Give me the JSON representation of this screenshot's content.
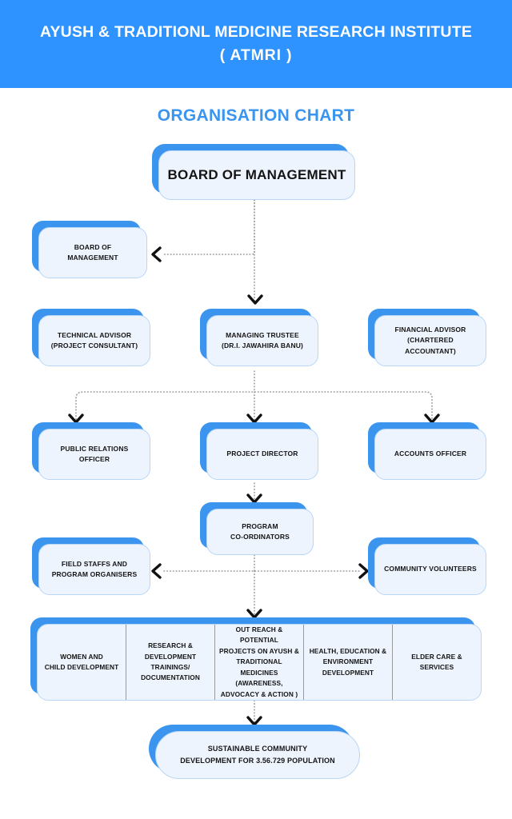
{
  "header": {
    "line1": "AYUSH & TRADITIONL MEDICINE RESEARCH INSTITUTE",
    "line2": "( ATMRI )",
    "background_color": "#2E93FF",
    "text_color": "#FFFFFF"
  },
  "title": {
    "text": "ORGANISATION CHART",
    "color": "#3B95EF"
  },
  "theme": {
    "accent_blue": "#3B95EF",
    "box_fill": "#EEF4FD",
    "box_border": "#B9D6F5",
    "text_color": "#141414",
    "connector_color": "#9A9A9A",
    "arrowhead_color": "#111111"
  },
  "nodes": {
    "board_of_management_top": {
      "line1": "BOARD OF MANAGEMENT"
    },
    "board_of_management_left": {
      "line1": "BOARD OF",
      "line2": "MANAGEMENT"
    },
    "technical_advisor": {
      "line1": "TECHNICAL ADVISOR",
      "line2": "(PROJECT CONSULTANT)"
    },
    "managing_trustee": {
      "line1": "MANAGING TRUSTEE",
      "line2": "(DR.I. JAWAHIRA BANU)"
    },
    "financial_advisor": {
      "line1": "FINANCIAL ADVISOR",
      "line2": "(CHARTERED ACCOUNTANT)"
    },
    "public_relations_officer": {
      "line1": "PUBLIC RELATIONS",
      "line2": "OFFICER"
    },
    "project_director": {
      "line1": "PROJECT DIRECTOR"
    },
    "accounts_officer": {
      "line1": "ACCOUNTS OFFICER"
    },
    "program_coordinators": {
      "line1": "PROGRAM",
      "line2": "CO-ORDINATORS"
    },
    "field_staffs": {
      "line1": "FIELD STAFFS AND",
      "line2": "PROGRAM ORGANISERS"
    },
    "community_volunteers": {
      "line1": "COMMUNITY VOLUNTEERS"
    },
    "sustainable_outcome": {
      "line1": "SUSTAINABLE COMMUNITY",
      "line2": "DEVELOPMENT FOR 3.56.729 POPULATION"
    }
  },
  "program_band": {
    "cells": [
      {
        "lines": [
          "WOMEN AND",
          "CHILD DEVELOPMENT"
        ]
      },
      {
        "lines": [
          "RESEARCH &",
          "DEVELOPMENT",
          "TRAININGS/",
          "DOCUMENTATION"
        ]
      },
      {
        "lines": [
          "OUT REACH & POTENTIAL",
          "PROJECTS ON AYUSH &",
          "TRADITIONAL MEDICINES",
          "(AWARENESS,",
          "ADVOCACY & ACTION )"
        ]
      },
      {
        "lines": [
          "HEALTH, EDUCATION &",
          "ENVIRONMENT",
          "DEVELOPMENT"
        ]
      },
      {
        "lines": [
          "ELDER CARE &",
          "SERVICES"
        ]
      }
    ]
  },
  "chart_data": {
    "type": "diagram",
    "title": "ORGANISATION CHART",
    "levels": [
      {
        "level": 1,
        "nodes": [
          "BOARD OF MANAGEMENT"
        ]
      },
      {
        "level": 2,
        "nodes": [
          "BOARD OF MANAGEMENT"
        ]
      },
      {
        "level": 3,
        "nodes": [
          "TECHNICAL ADVISOR (PROJECT CONSULTANT)",
          "MANAGING TRUSTEE (DR.I. JAWAHIRA BANU)",
          "FINANCIAL ADVISOR (CHARTERED ACCOUNTANT)"
        ]
      },
      {
        "level": 4,
        "nodes": [
          "PUBLIC RELATIONS OFFICER",
          "PROJECT DIRECTOR",
          "ACCOUNTS OFFICER"
        ]
      },
      {
        "level": 5,
        "nodes": [
          "PROGRAM CO-ORDINATORS"
        ]
      },
      {
        "level": 6,
        "nodes": [
          "FIELD STAFFS AND PROGRAM ORGANISERS",
          "COMMUNITY VOLUNTEERS"
        ]
      },
      {
        "level": 7,
        "nodes": [
          "WOMEN AND CHILD DEVELOPMENT",
          "RESEARCH & DEVELOPMENT TRAININGS/ DOCUMENTATION",
          "OUT REACH & POTENTIAL PROJECTS ON AYUSH & TRADITIONAL MEDICINES (AWARENESS, ADVOCACY & ACTION )",
          "HEALTH, EDUCATION & ENVIRONMENT DEVELOPMENT",
          "ELDER CARE & SERVICES"
        ]
      },
      {
        "level": 8,
        "nodes": [
          "SUSTAINABLE COMMUNITY DEVELOPMENT FOR 3.56.729 POPULATION"
        ]
      }
    ],
    "edges": [
      {
        "from": "BOARD OF MANAGEMENT",
        "to": "BOARD OF MANAGEMENT",
        "style": "dotted",
        "direction": "left"
      },
      {
        "from": "BOARD OF MANAGEMENT",
        "to": "MANAGING TRUSTEE (DR.I. JAWAHIRA BANU)",
        "style": "dotted",
        "direction": "down"
      },
      {
        "from": "MANAGING TRUSTEE (DR.I. JAWAHIRA BANU)",
        "to": "PUBLIC RELATIONS OFFICER",
        "style": "dotted",
        "direction": "down"
      },
      {
        "from": "MANAGING TRUSTEE (DR.I. JAWAHIRA BANU)",
        "to": "PROJECT DIRECTOR",
        "style": "dotted",
        "direction": "down"
      },
      {
        "from": "MANAGING TRUSTEE (DR.I. JAWAHIRA BANU)",
        "to": "ACCOUNTS OFFICER",
        "style": "dotted",
        "direction": "down"
      },
      {
        "from": "PROJECT DIRECTOR",
        "to": "PROGRAM CO-ORDINATORS",
        "style": "dotted",
        "direction": "down"
      },
      {
        "from": "PROGRAM CO-ORDINATORS",
        "to": "FIELD STAFFS AND PROGRAM ORGANISERS",
        "style": "dotted",
        "direction": "left"
      },
      {
        "from": "PROGRAM CO-ORDINATORS",
        "to": "COMMUNITY VOLUNTEERS",
        "style": "dotted",
        "direction": "right"
      },
      {
        "from": "PROGRAM CO-ORDINATORS",
        "to": "PROGRAM BAND",
        "style": "dotted",
        "direction": "down"
      },
      {
        "from": "PROGRAM BAND",
        "to": "SUSTAINABLE COMMUNITY DEVELOPMENT FOR 3.56.729 POPULATION",
        "style": "dotted",
        "direction": "down"
      }
    ]
  }
}
